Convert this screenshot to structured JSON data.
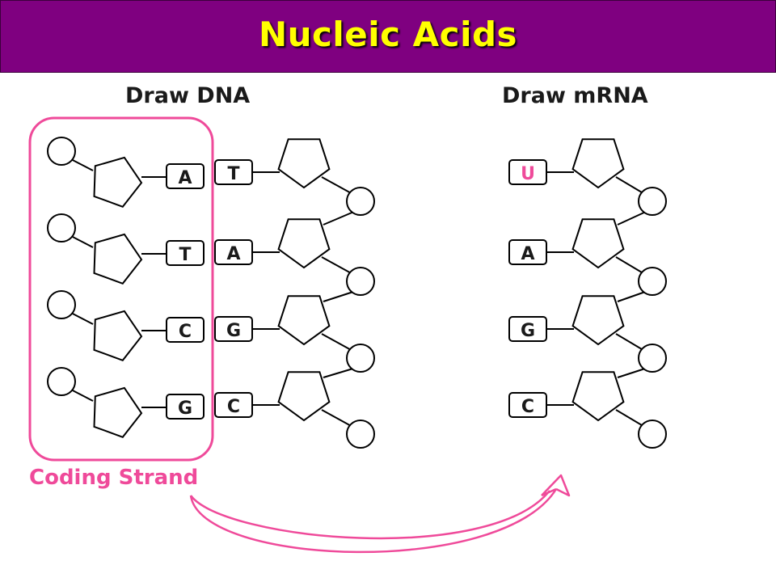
{
  "title": "Nucleic Acids",
  "headings": {
    "dna": "Draw DNA",
    "mrna": "Draw mRNA"
  },
  "coding_strand_label": "Coding Strand",
  "dna": {
    "coding_strand": [
      "A",
      "T",
      "C",
      "G"
    ],
    "template_strand": [
      "T",
      "A",
      "G",
      "C"
    ]
  },
  "mrna": {
    "bases": [
      "U",
      "A",
      "G",
      "C"
    ],
    "highlight_color": "#ef4a9a"
  },
  "colors": {
    "title_background": "#7f0080",
    "title_text": "#ffff00",
    "accent": "#ef4a9a"
  }
}
